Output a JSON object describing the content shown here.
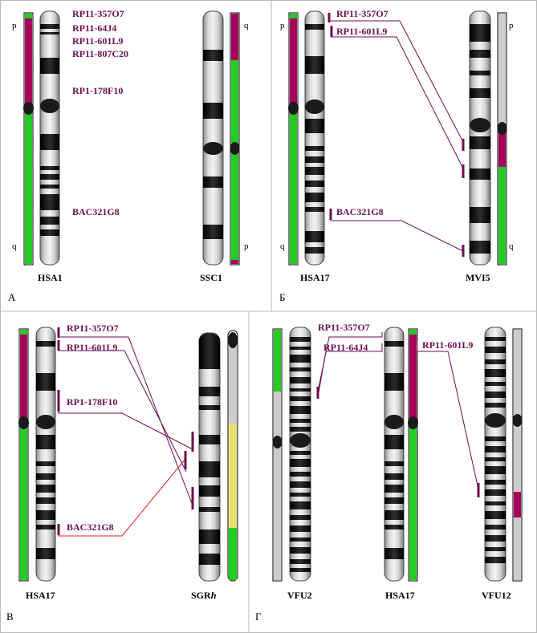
{
  "panels": {
    "a": {
      "letter": "А",
      "chr_left": "HSA1",
      "chr_right": "SSC1",
      "clones": [
        "RP11-357O7",
        "RP11-64J4",
        "RP11-601L9",
        "RP11-807C20",
        "RP1-178F10",
        "BAC321G8"
      ],
      "arms": {
        "left_top": "p",
        "left_bottom": "q",
        "right_top": "q",
        "right_bottom": "p"
      }
    },
    "b": {
      "letter": "Б",
      "chr_left": "HSA17",
      "chr_right": "MVI5",
      "clones": [
        "RP11-357O7",
        "RP11-601L9",
        "BAC321G8"
      ],
      "arms": {
        "left_top": "p",
        "left_bottom": "q",
        "right_top": "p",
        "right_bottom": "q"
      }
    },
    "c": {
      "letter": "В",
      "chr_left": "HSA17",
      "chr_right_prefix": "SGR",
      "chr_right_suffix": "h",
      "clones": [
        "RP11-357O7",
        "RP11-601L9",
        "RP1-178F10",
        "BAC321G8"
      ]
    },
    "d": {
      "letter": "Г",
      "chr_left": "VFU2",
      "chr_mid": "HSA17",
      "chr_right": "VFU12",
      "clones": [
        "RP11-357O7",
        "RP11-64J4",
        "RP11-601L9"
      ]
    }
  },
  "colors": {
    "p_arm": "#a8005a",
    "q_arm": "#22cc22",
    "highlight": "#e8e070",
    "clone_text": "#6b0f52",
    "band": "#1a1a1a",
    "chromosome_gray": "#c8c8c8",
    "connector_red": "#e02020"
  }
}
